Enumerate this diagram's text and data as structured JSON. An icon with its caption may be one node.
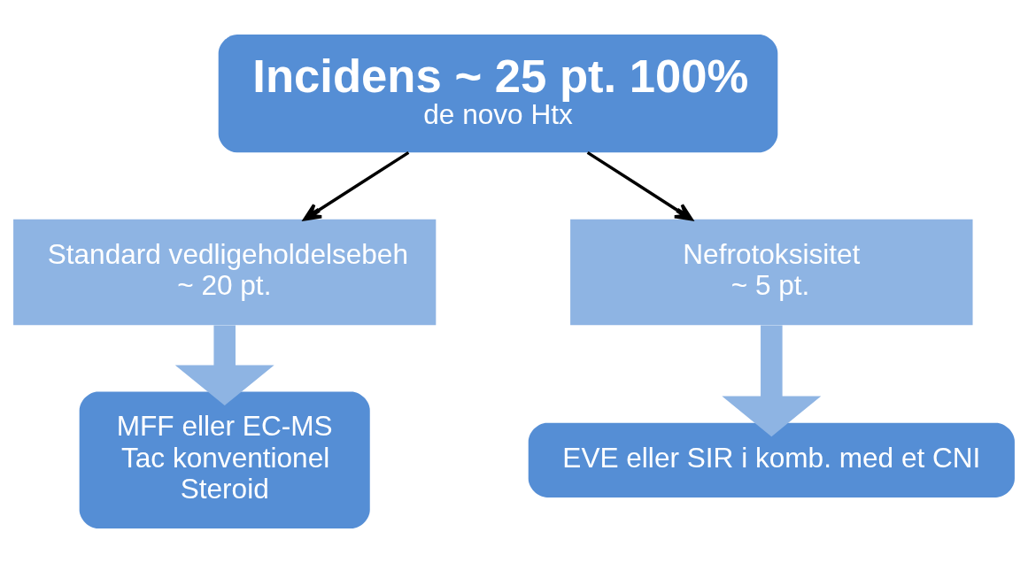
{
  "diagram": {
    "nodes": [
      {
        "text": [
          "Incidens ~ 25 pt. 100%",
          "de novo Htx"
        ]
      },
      {
        "text": [
          "Standard vedligeholdelsebeh",
          "~ 20 pt."
        ]
      },
      {
        "text": [
          "Nefrotoksisitet",
          "~ 5 pt."
        ]
      },
      {
        "text": [
          "MFF eller EC-MS",
          "Tac konventionel",
          "Steroid"
        ]
      },
      {
        "text": [
          "EVE eller SIR i komb. med et CNI"
        ]
      }
    ],
    "edges": [
      {
        "from": 0,
        "to": 1,
        "arrow": "to"
      },
      {
        "from": 0,
        "to": 2,
        "arrow": "to"
      },
      {
        "from": 1,
        "to": 3,
        "arrow": "to",
        "style": "thick",
        "color": "#8eb4e3"
      },
      {
        "from": 2,
        "to": 4,
        "arrow": "to",
        "style": "thick",
        "color": "#8eb4e3"
      }
    ]
  }
}
